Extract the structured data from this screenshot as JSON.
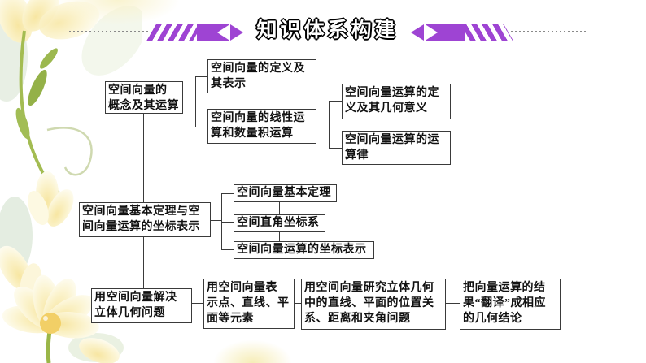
{
  "header": {
    "title": "知识体系构建",
    "accent_color": "#9e44d3",
    "dotted_line_color": "#8a8a8a",
    "left_ornament_icon": "striped-banner-diamond-arrow-left",
    "right_ornament_icon": "striped-banner-diamond-arrow-right"
  },
  "decor": {
    "flower_illustration_icon": "pale-yellow-lily-flowers",
    "petal_color": "#fbf3cd",
    "stem_color": "#a3bc52"
  },
  "diagram": {
    "line_color": "#3a3a3a",
    "nodes": {
      "concept": {
        "label": "空间向量的\n概念及其运算"
      },
      "definition": {
        "label": "空间向量的定义及\n其表示"
      },
      "linear_ops": {
        "label": "空间向量的线性运\n算和数量积运算"
      },
      "ops_meaning": {
        "label": "空间向量运算的定\n义及其几何意义"
      },
      "ops_laws": {
        "label": "空间向量运算的运\n算律"
      },
      "theorem_coords": {
        "label": "空间向量基本定理与空\n间向量运算的坐标表示"
      },
      "basic_theorem": {
        "label": "空间向量基本定理"
      },
      "coord_system": {
        "label": "空间直角坐标系"
      },
      "coord_representation": {
        "label": "空间向量运算的坐标表示"
      },
      "solve_solid_geometry": {
        "label": "用空间向量解决\n立体几何问题"
      },
      "represent_elements": {
        "label": "用空间向量表\n示点、直线、平\n面等元素"
      },
      "study_relations": {
        "label": "用空间向量研究立体几何\n中的直线、平面的位置关\n系、距离和夹角问题"
      },
      "translate_results": {
        "label": "把向量运算的结\n果“翻译”成相应\n的几何结论"
      }
    }
  }
}
